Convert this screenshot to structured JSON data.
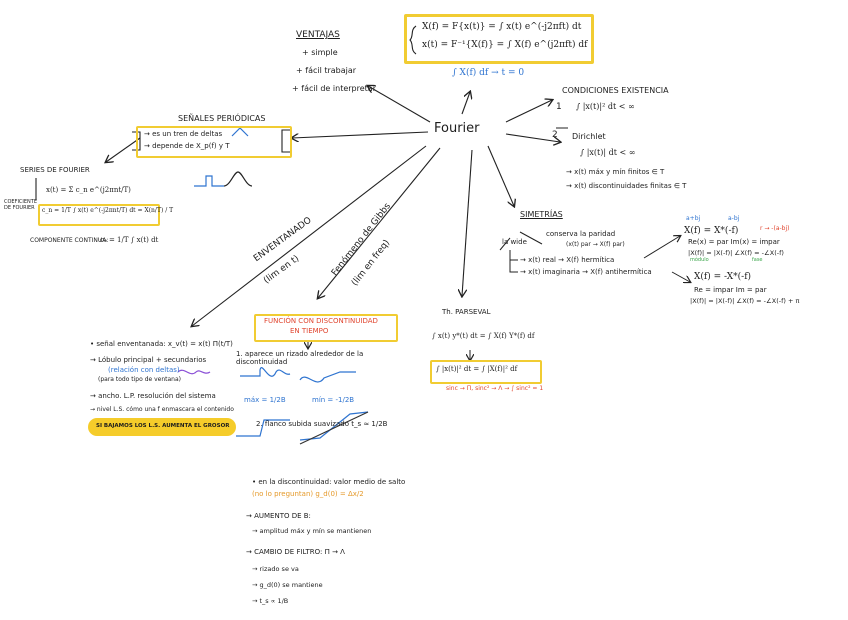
{
  "center": {
    "title": "Fourier"
  },
  "ventajas": {
    "title": "VENTAJAS",
    "items": [
      "+ simple",
      "+ fácil trabajar",
      "+ fácil de interpretar"
    ]
  },
  "top_formula": {
    "line1": "X(f) = F{x(t)} = ∫ x(t) e^(-j2πft) dt",
    "line2": "x(t) = F⁻¹{X(f)} = ∫ X(f) e^(j2πft) df",
    "note": "∫ X(f) df → t = 0"
  },
  "conditions": {
    "title": "CONDICIONES EXISTENCIA",
    "c1_num": "1",
    "c1": "∫ |x(t)|² dt < ∞",
    "c2_num": "2",
    "c2_title": "Dirichlet",
    "c2_a": "∫ |x(t)| dt < ∞",
    "c2_b": "→ x(t) máx y mín finitos ∈ T",
    "c2_c": "→ x(t) discontinuidades finitas ∈ T"
  },
  "periodic": {
    "title": "SEÑALES PERIÓDICAS",
    "l1": "→ es un tren de deltas",
    "l2": "→ depende de X_p(f) y T"
  },
  "series": {
    "title": "SERIES DE FOURIER",
    "formula1": "x(t) = Σ c_n e^(j2πnt/T)",
    "coef_label": "COEFICIENTE DE FOURIER",
    "formula2": "c_n = 1/T ∫ x(t) e^(-j2πnt/T) dt = X(n/T) / T",
    "continuous_label": "COMPONENTE CONTINUA:",
    "formula3": "c₀ = 1/T ∫ x(t) dt"
  },
  "windowing": {
    "branch": "ENVENTANADO",
    "branch_sub": "(lim en t)",
    "l1": "• señal enventanada: x_v(t) = x(t) Π(t/T)",
    "l2": "→ Lóbulo principal + secundarios",
    "l2b": "(relación con deltas)",
    "l2c": "(para todo tipo de ventana)",
    "l3": "→ ancho. L.P. resolución del sistema",
    "l4": "→ nivel L.S. cómo una f enmascara el contenido",
    "highlight": "SI BAJAMOS LOS L.S. AUMENTA EL GROSOR"
  },
  "gibbs": {
    "branch": "Fenómeno de Gibbs",
    "branch_sub": "(lim en freq)",
    "title1": "FUNCIÓN CON DISCONTINUIDAD",
    "title2": "EN TIEMPO",
    "s1": "1. aparece un rizado alrededor de la discontinuidad",
    "max_label": "máx = 1/2B",
    "min_label": "mín = -1/2B",
    "s2": "2. flanco subida suavizado  t_s ≈ 1/2B",
    "s3": "• en la discontinuidad: valor medio de salto",
    "s3b": "(no lo preguntan)  g_d(0) = Δx/2",
    "s4": "→ AUMENTO DE B:",
    "s4a": "→ amplitud máx y mín se mantienen",
    "s5": "→ CAMBIO DE FILTRO: Π → Λ",
    "s5a": "→ rizado se va",
    "s5b": "→ g_d(0) se mantiene",
    "s5c": "→ t_s ∝ 1/B"
  },
  "parseval": {
    "title": "Th. PARSEVAL",
    "f1": "∫ x(t) y*(t) dt = ∫ X(f) Y*(f) df",
    "f2": "∫ |x(t)|² dt = ∫ |X(f)|² df",
    "note": "sinc → Π,  sinc² → Λ  → ∫ sinc² = 1"
  },
  "symmetry": {
    "title": "SIMETRÍAS",
    "wide": "la wide",
    "l1": "conserva la paridad",
    "l1b": "(x(t) par → X(f) par)",
    "l2": "→ x(t) real → X(f) hermítica",
    "l3": "→ x(t) imaginaria → X(f) antihermítica",
    "h1": "X(f) = X*(-f)",
    "h2": "Re(x) = par   Im(x) = impar",
    "h3": "|X(f)| = |X(-f)|   ∠X(f) = -∠X(-f)",
    "h_ab": "a+bj",
    "h_ab2": "a-bj",
    "h_note": "r → -(a-bj)",
    "h_mod": "módulo",
    "h_fase": "fase",
    "a1": "X(f) = -X*(-f)",
    "a2": "Re = impar   Im = par",
    "a3": "|X(f)| = |X(-f)|   ∠X(f) = -∠X(-f) + π"
  }
}
